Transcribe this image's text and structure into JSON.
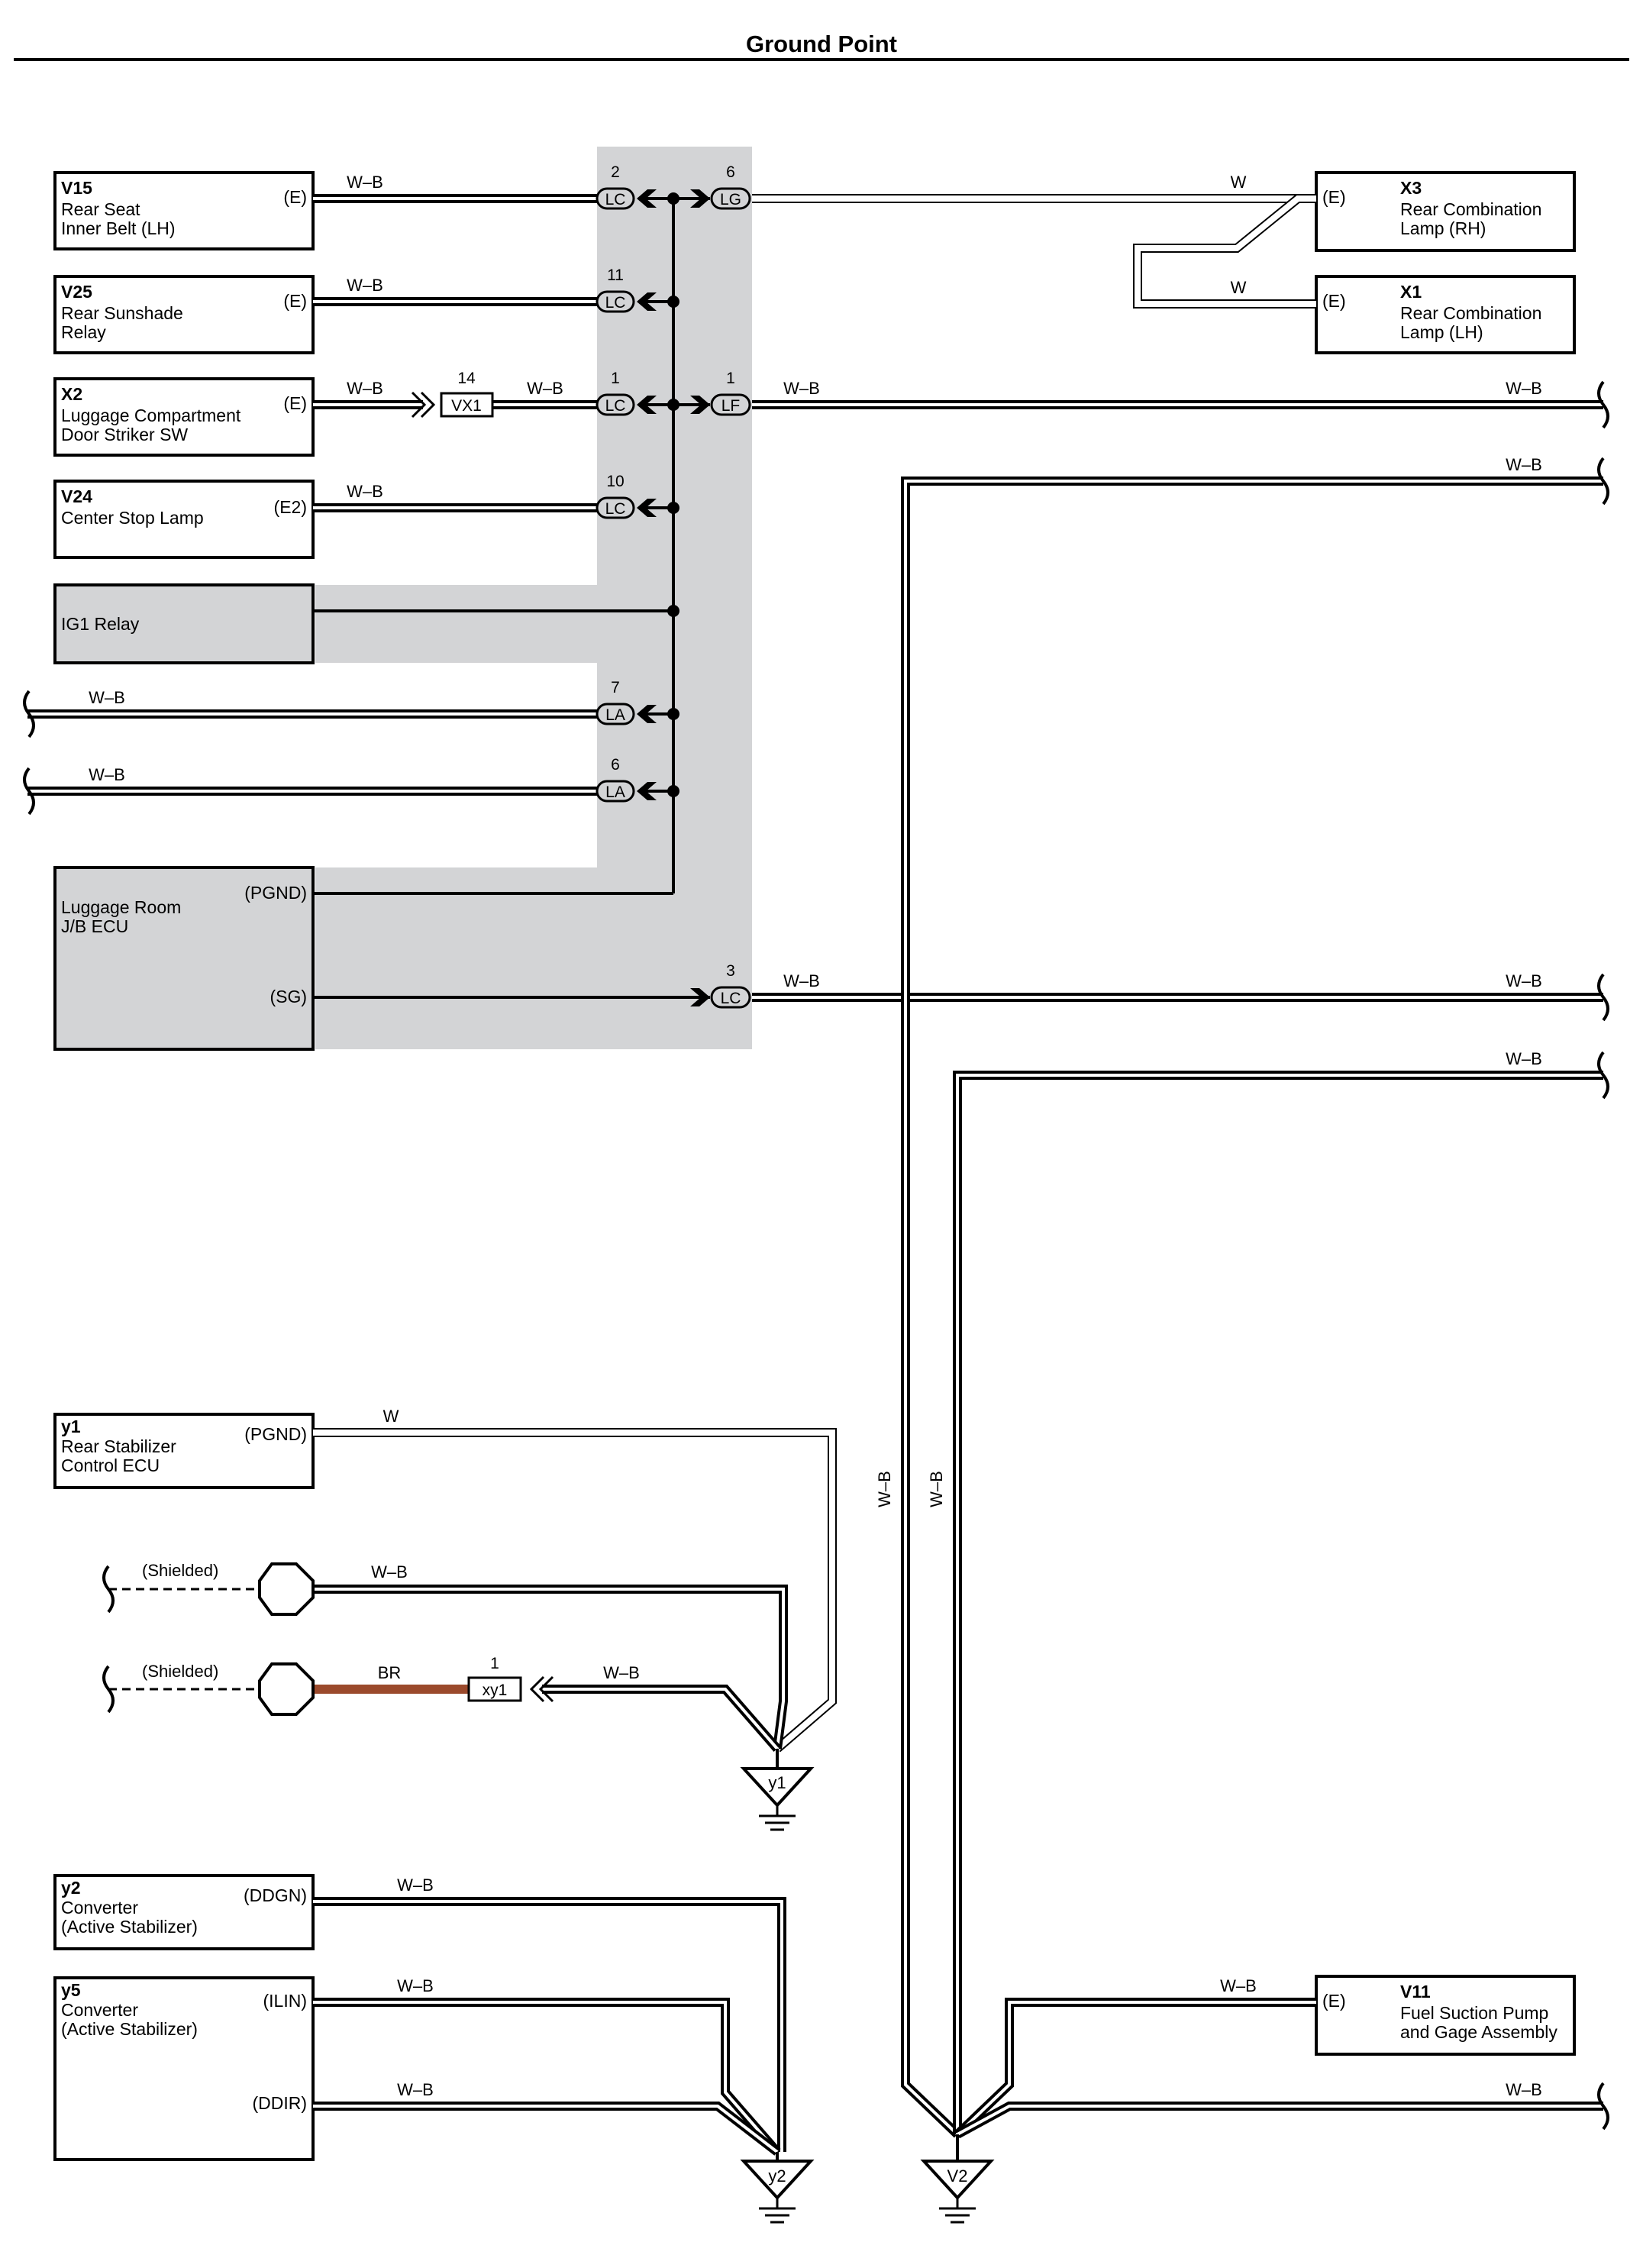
{
  "title": "Ground Point",
  "components": {
    "v15": {
      "id": "V15",
      "name_lines": [
        "Rear Seat",
        "Inner Belt (LH)"
      ],
      "pin": "(E)"
    },
    "v25": {
      "id": "V25",
      "name_lines": [
        "Rear Sunshade",
        "Relay"
      ],
      "pin": "(E)"
    },
    "x2": {
      "id": "X2",
      "name_lines": [
        "Luggage Compartment",
        "Door Striker SW"
      ],
      "pin": "(E)"
    },
    "v24": {
      "id": "V24",
      "name_lines": [
        "Center Stop Lamp"
      ],
      "pin": "(E2)"
    },
    "ig1": {
      "name": "IG1 Relay"
    },
    "jb": {
      "name_lines": [
        "Luggage Room",
        "J/B ECU"
      ],
      "pin1": "(PGND)",
      "pin2": "(SG)"
    },
    "x3": {
      "id": "X3",
      "name_lines": [
        "Rear Combination",
        "Lamp (RH)"
      ],
      "pin": "(E)"
    },
    "x1": {
      "id": "X1",
      "name_lines": [
        "Rear Combination",
        "Lamp (LH)"
      ],
      "pin": "(E)"
    },
    "y1": {
      "id": "y1",
      "name_lines": [
        "Rear Stabilizer",
        "Control ECU"
      ],
      "pin": "(PGND)"
    },
    "y2": {
      "id": "y2",
      "name_lines": [
        "Converter",
        "(Active Stabilizer)"
      ],
      "pin": "(DDGN)"
    },
    "y5": {
      "id": "y5",
      "name_lines": [
        "Converter",
        "(Active Stabilizer)"
      ],
      "pin1": "(ILIN)",
      "pin2": "(DDIR)"
    },
    "v11": {
      "id": "V11",
      "name_lines": [
        "Fuel Suction Pump",
        "and Gage Assembly"
      ],
      "pin": "(E)"
    }
  },
  "connectors": {
    "lc2": {
      "code": "LC",
      "pin": "2"
    },
    "lg6": {
      "code": "LG",
      "pin": "6"
    },
    "lc11": {
      "code": "LC",
      "pin": "11"
    },
    "lc1": {
      "code": "LC",
      "pin": "1"
    },
    "lf1": {
      "code": "LF",
      "pin": "1"
    },
    "vx1": {
      "code": "VX1",
      "pin": "14"
    },
    "lc10": {
      "code": "LC",
      "pin": "10"
    },
    "la7": {
      "code": "LA",
      "pin": "7"
    },
    "la6": {
      "code": "LA",
      "pin": "6"
    },
    "lc3": {
      "code": "LC",
      "pin": "3"
    },
    "xy1": {
      "code": "xy1",
      "pin": "1"
    }
  },
  "grounds": {
    "y1": "y1",
    "y2": "y2",
    "v2": "V2"
  },
  "wire_colors": {
    "wb": "W–B",
    "w": "W",
    "br": "BR"
  },
  "shield_label": "(Shielded)",
  "colors": {
    "jb_shade": "#d3d4d6",
    "br_wire": "#9b4a2c",
    "line": "#000000"
  }
}
